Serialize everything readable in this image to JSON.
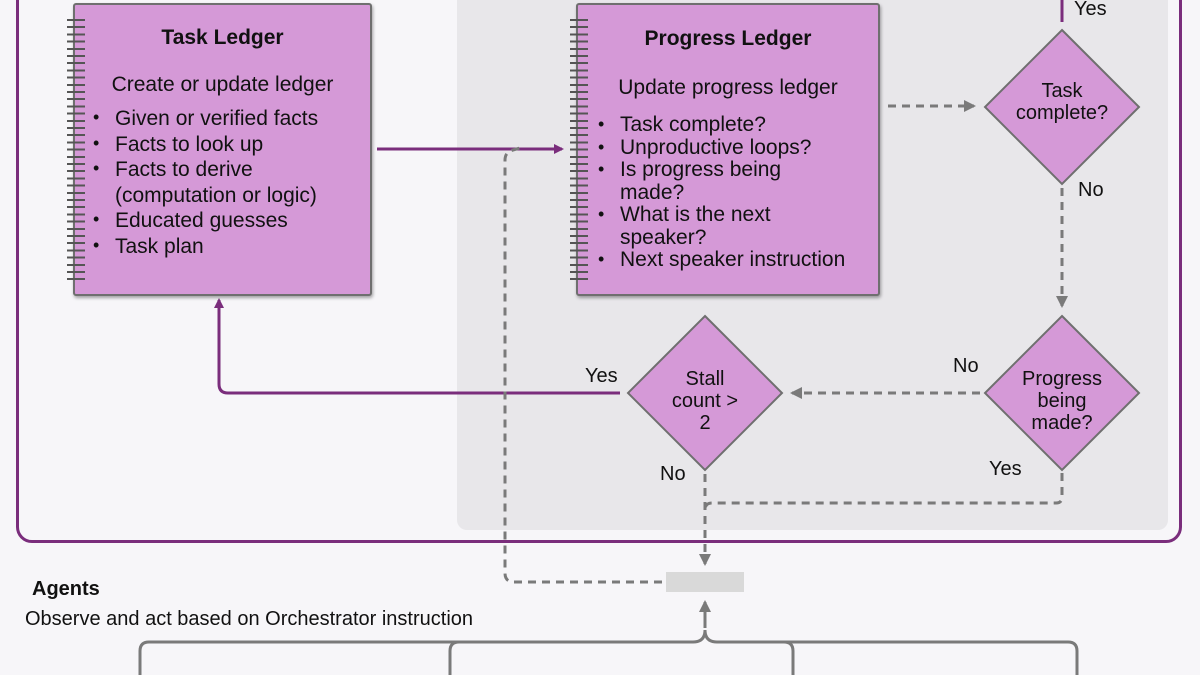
{
  "task_ledger": {
    "title": "Task Ledger",
    "subtitle": "Create or update ledger",
    "items": [
      "Given or verified facts",
      "Facts to look up",
      "Facts to derive (computation or logic)",
      "Educated guesses",
      "Task plan"
    ]
  },
  "progress_ledger": {
    "title": "Progress Ledger",
    "subtitle": "Update progress ledger",
    "items": [
      "Task complete?",
      "Unproductive loops?",
      "Is progress being made?",
      "What is the next speaker?",
      "Next speaker instruction"
    ]
  },
  "decisions": {
    "task_complete": "Task complete?",
    "progress_made": "Progress being made?",
    "stall_count": "Stall count > 2"
  },
  "edge_labels": {
    "top_yes": "Yes",
    "task_no": "No",
    "progress_no": "No",
    "progress_yes": "Yes",
    "stall_yes": "Yes",
    "stall_no": "No"
  },
  "agents": {
    "heading": "Agents",
    "description": "Observe and act based on Orchestrator instruction"
  },
  "colors": {
    "node_fill": "#d599d7",
    "frame_purple": "#7a2d7c",
    "dashed_gray": "#7a7a7a",
    "panel_gray": "#e8e7ea"
  }
}
